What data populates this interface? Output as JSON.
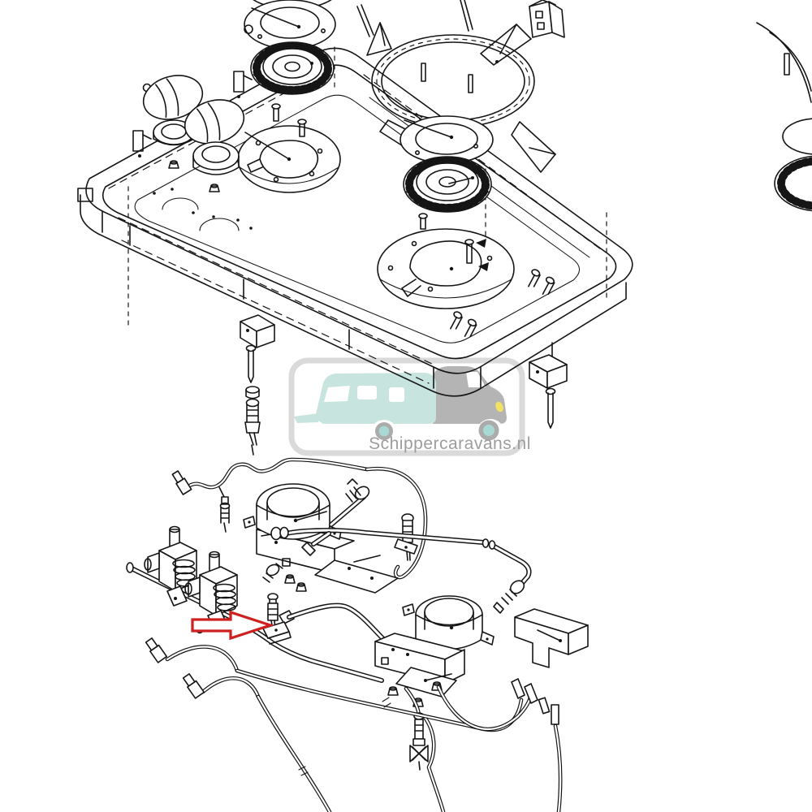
{
  "page": {
    "background": "#ffffff"
  },
  "watermark": {
    "text": "Schippercaravans.nl",
    "colors": {
      "border": "#dadada",
      "caravan": "#c8e4de",
      "van": "#b4b4b4",
      "wheel_ring": "#ababab",
      "wheel_hub": "#a9d9d4",
      "headlight": "#f2e263",
      "text": "#9d9d9d"
    }
  },
  "diagram": {
    "subject": "Exploded parts diagram of a caravan gas hob: cooktop tray with burner rings, burner caps, pan support, mounting plates and control knobs above; gas valve / manifold assembly with burner bodies, injectors, spark electrodes and ignition wiring harness below",
    "line_color": "#151515",
    "background": "#ffffff",
    "annotation_arrow": {
      "color": "#cf2020",
      "shape": "hollow right-pointing arrow",
      "points_at": "injector / spark electrode on manifold assembly"
    },
    "sections": [
      {
        "name": "top-exploded-cooktop",
        "parts": [
          "burner cap left",
          "burner cap right",
          "burner ring left",
          "burner ring right",
          "pan support trivet",
          "hob frame drip tray",
          "mounting plate left",
          "mounting plate right",
          "control knob 1",
          "control knob 2",
          "knob bezel ring",
          "spacer cylinder",
          "fixing bracket left",
          "fixing bracket right",
          "long bolt",
          "spark electrode",
          "screws"
        ]
      },
      {
        "name": "bottom-manifold-assembly",
        "parts": [
          "gas valve 1",
          "gas valve 2",
          "manifold rail",
          "burner body centre",
          "burner body right",
          "venturi fitting",
          "gas pipe",
          "elbow union fitting",
          "injector electrode (arrowed)",
          "ignition lead",
          "spark electrode hanging",
          "wing-nut electrode",
          "wiring harness",
          "spade connectors",
          "support bracket",
          "cover block"
        ]
      }
    ]
  }
}
